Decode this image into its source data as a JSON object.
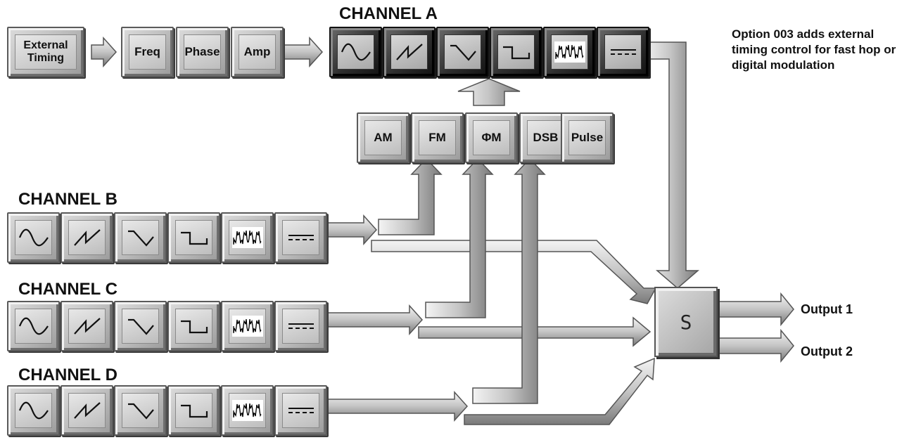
{
  "channel_a": {
    "title": "CHANNEL A"
  },
  "channel_b": {
    "title": "CHANNEL B"
  },
  "channel_c": {
    "title": "CHANNEL C"
  },
  "channel_d": {
    "title": "CHANNEL D"
  },
  "timing_chain": {
    "external_timing": "External\nTiming",
    "freq": "Freq",
    "phase": "Phase",
    "amp": "Amp"
  },
  "modulation": {
    "am": "AM",
    "fm": "FM",
    "phi_m": "ΦM",
    "dsb": "DSB",
    "pulse": "Pulse"
  },
  "summer": {
    "label": "S"
  },
  "outputs": {
    "output_1": "Output 1",
    "output_2": "Output 2"
  },
  "note": "Option 003 adds external timing control for fast hop or digital modulation",
  "waveforms": [
    "sine",
    "ramp",
    "triangle",
    "square",
    "noise",
    "dc"
  ]
}
